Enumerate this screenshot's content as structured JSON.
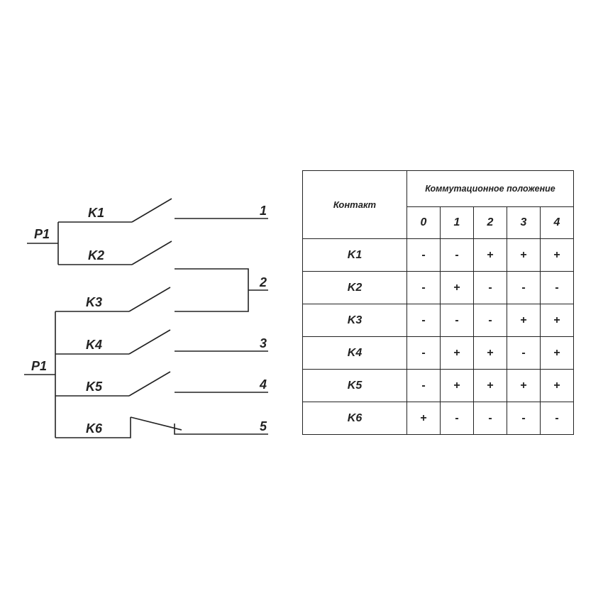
{
  "diagram": {
    "input_top": "P1",
    "input_bottom": "P1",
    "contacts": [
      "K1",
      "K2",
      "K3",
      "K4",
      "K5",
      "K6"
    ],
    "outputs": [
      "1",
      "2",
      "3",
      "4",
      "5"
    ]
  },
  "table": {
    "contact_header": "Контакт",
    "group_header": "Коммутационное положение",
    "positions": [
      "0",
      "1",
      "2",
      "3",
      "4"
    ],
    "rows": [
      {
        "label": "K1",
        "cells": [
          "-",
          "-",
          "+",
          "+",
          "+"
        ]
      },
      {
        "label": "K2",
        "cells": [
          "-",
          "+",
          "-",
          "-",
          "-"
        ]
      },
      {
        "label": "K3",
        "cells": [
          "-",
          "-",
          "-",
          "+",
          "+"
        ]
      },
      {
        "label": "K4",
        "cells": [
          "-",
          "+",
          "+",
          "-",
          "+"
        ]
      },
      {
        "label": "K5",
        "cells": [
          "-",
          "+",
          "+",
          "+",
          "+"
        ]
      },
      {
        "label": "K6",
        "cells": [
          "+",
          "-",
          "-",
          "-",
          "-"
        ]
      }
    ]
  }
}
